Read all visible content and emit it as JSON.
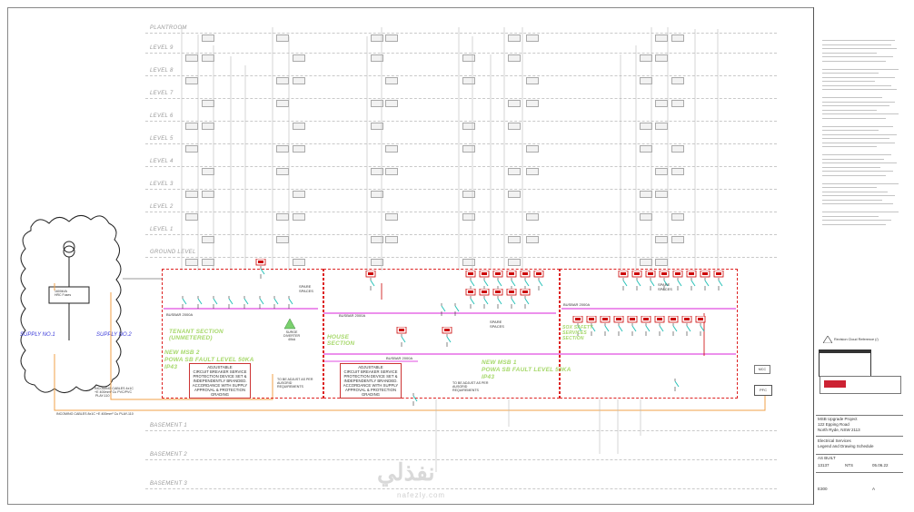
{
  "levels": [
    "PLANTROOM",
    "LEVEL 9",
    "LEVEL 8",
    "LEVEL 7",
    "LEVEL 6",
    "LEVEL 5",
    "LEVEL 4",
    "LEVEL 3",
    "LEVEL 2",
    "LEVEL 1",
    "GROUND LEVEL",
    "BASEMENT 1",
    "BASEMENT 2",
    "BASEMENT 3"
  ],
  "supply1": "SUPPLY NO.1",
  "supply2": "SUPPLY NO.2",
  "transformer_label": "1600kVA\nHRC Fuses",
  "incoming_cables_1": "INCOMING CABLES 4x1C\n+E 400mm² Cu PVC/PVC\n PLAY-110",
  "incoming_cables_2": "INCOMING CABLES 8x1C +E 400mm² Cu PLAY-110",
  "tenant_section": "TENANT SECTION\n(UNMETERED)",
  "new_msb2": "NEW MSB 2\nPOWA SB FAULT LEVEL 50KA\nIP43",
  "new_msb1": "NEW MSB 1\nPOWA SB FAULT LEVEL 50KA\nIP43",
  "house_section": "HOUSE\nSECTION",
  "life_safety": "SOX SAFETY\nSERVICES\nSECTION",
  "busbar_1": "BUSBAR 2000A",
  "busbar_2": "BUSBAR 2000A",
  "busbar_3": "BUSBAR 2000A",
  "busbar_4": "BUSBAR 2000A",
  "spare_spaces": "SPARE\nSPACES",
  "surge": "SURGE\nDIVERTER\n40kA",
  "adjustable_1": "ADJUSTABLE\nCIRCUIT BREAKER SERVICE\nPROTECTION DEVICE SET &\nINDEPENDENTLY BRANDED.\nACCORDANCE WITH SUPPLY\nAPPROVAL & PROTECTION\nGRADING",
  "adjustable_2": "ADJUSTABLE\nCIRCUIT BREAKER SERVICE\nPROTECTION DEVICE SET &\nINDEPENDENTLY BRANDED.\nACCORDANCE WITH SUPPLY\nAPPROVAL & PROTECTION\nGRADING",
  "adjust_note_1": "TO BE ADJUST AS PER\nAUSGRID\nREQUIREMENTS",
  "adjust_note_2": "TO BE ADJUST AS PER\nAUSGRID\nREQUIREMENTS",
  "pfc": "PFC",
  "mcc": "MCC",
  "revision_title": "Revision Cloud Reference (/)",
  "project_title": "MSB Upgrade Project\n122 Epping Road\nNorth Ryde, NSW 2113",
  "drawing_title": "Electrical Services\nLegend and Drawing Schedule",
  "status": "AS BUILT",
  "job_no": "13137",
  "scale": "NTS",
  "date": "05.06.22",
  "drawing_no": "E300",
  "rev": "A",
  "watermark": "نفذلي",
  "watermark_url": "nafezly.com"
}
